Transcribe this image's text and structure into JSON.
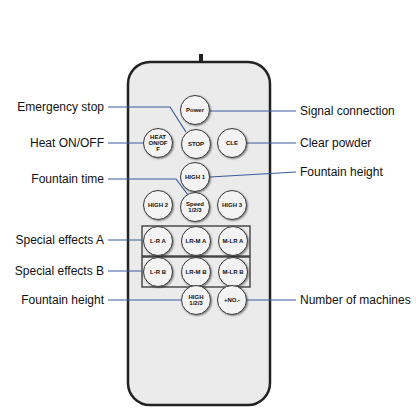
{
  "diagram": {
    "nodes": [
      {
        "text": [
          "Power"
        ]
      },
      {
        "text": [
          "HEAT ON/OFF"
        ]
      },
      {
        "text": [
          "STOP"
        ]
      },
      {
        "text": [
          "CLE"
        ]
      },
      {
        "text": [
          "HIGH 1"
        ]
      },
      {
        "text": [
          "HIGH 2"
        ]
      },
      {
        "text": [
          "Speed 1/2/3"
        ]
      },
      {
        "text": [
          "HIGH 3"
        ]
      },
      {
        "text": [
          "L-R A"
        ]
      },
      {
        "text": [
          "LR-M A"
        ]
      },
      {
        "text": [
          "M-LR A"
        ]
      },
      {
        "text": [
          "L-R B"
        ]
      },
      {
        "text": [
          "LR-M B"
        ]
      },
      {
        "text": [
          "M-LR B"
        ]
      },
      {
        "text": [
          "HIGH 1/2/3"
        ]
      },
      {
        "text": [
          "+NO.-"
        ]
      }
    ],
    "labels": [
      "Emergency stop",
      "Signal connection",
      "Heat ON/OFF",
      "Clear powder",
      "Fountain time",
      "Fountain height",
      "Special effects A",
      "Special effects B",
      "Fountain height",
      "Number of machines"
    ]
  }
}
